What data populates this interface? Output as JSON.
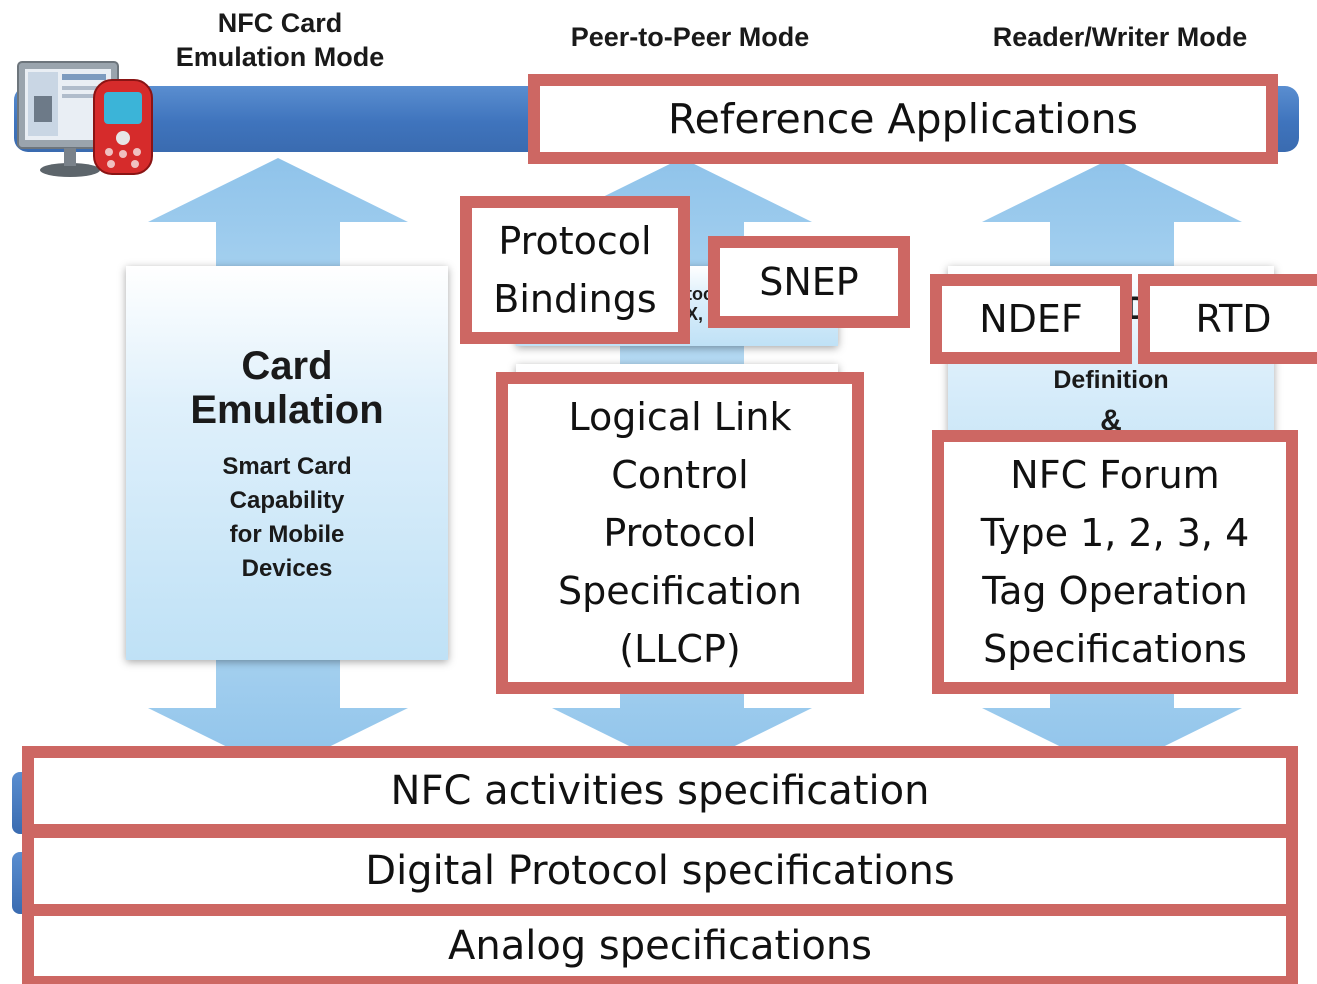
{
  "modes": {
    "card_emulation": "NFC Card\nEmulation Mode",
    "peer_to_peer": "Peer-to-Peer Mode",
    "reader_writer": "Reader/Writer Mode"
  },
  "card_panel": {
    "title": "Card\nEmulation",
    "subtitle": "Smart Card\nCapability\nfor Mobile\nDevices"
  },
  "p2p_panel": {
    "hidden_text": "toc\nX, ...."
  },
  "rw_panel": {
    "definition": "Definition",
    "amp": "&",
    "partial_d": "D"
  },
  "boxes": {
    "reference_applications": "Reference Applications",
    "protocol_bindings": "Protocol\nBindings",
    "snep": "SNEP",
    "ndef": "NDEF",
    "rtd": "RTD",
    "llcp": "Logical Link\nControl\nProtocol\nSpecification\n(LLCP)",
    "tag_ops": "NFC Forum\nType 1, 2, 3, 4\nTag Operation\nSpecifications",
    "nfc_activities": "NFC activities specification",
    "digital_protocol": "Digital Protocol specifications",
    "analog": "Analog specifications"
  },
  "colors": {
    "red_border": "#cd6763",
    "blue_bar": "#3f74bd",
    "arrow_light": "#bfe0f5",
    "arrow_dark": "#8fc3ea"
  }
}
